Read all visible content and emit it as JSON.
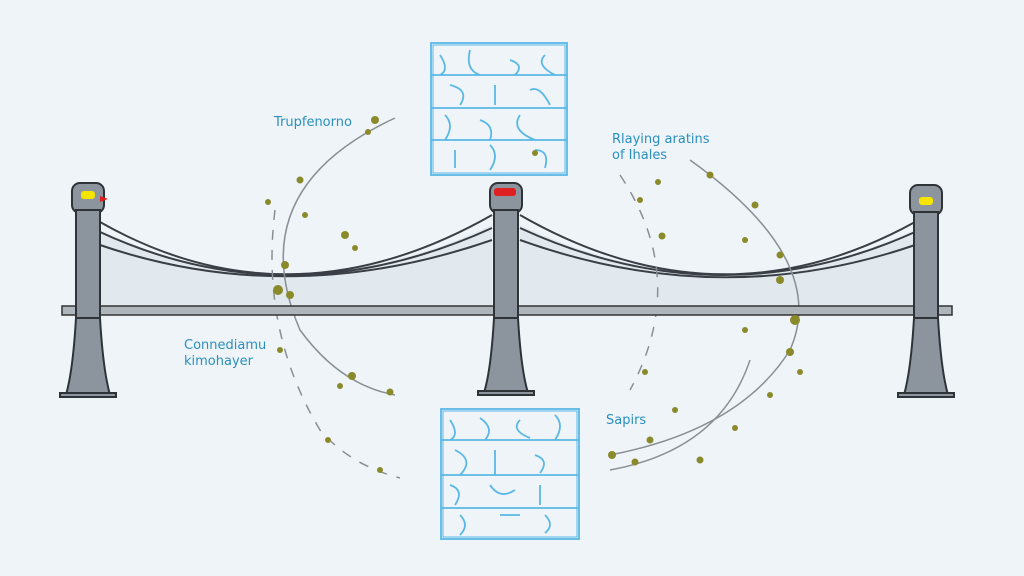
{
  "labels": {
    "top_left": "Trupfenorno",
    "top_right_line1": "Rlaying aratins",
    "top_right_line2": "of Ihales",
    "bottom_left_line1": "Connediamu",
    "bottom_left_line2": "kimohayer",
    "bottom_right": "Sapirs"
  },
  "colors": {
    "background": "#eef4f8",
    "tower": "#8c959e",
    "label": "#2a8fbf",
    "grid_box": "#5ab8e6",
    "leaf": "#8a8a2a",
    "light_yellow": "#f5e400",
    "light_red": "#e02020"
  }
}
